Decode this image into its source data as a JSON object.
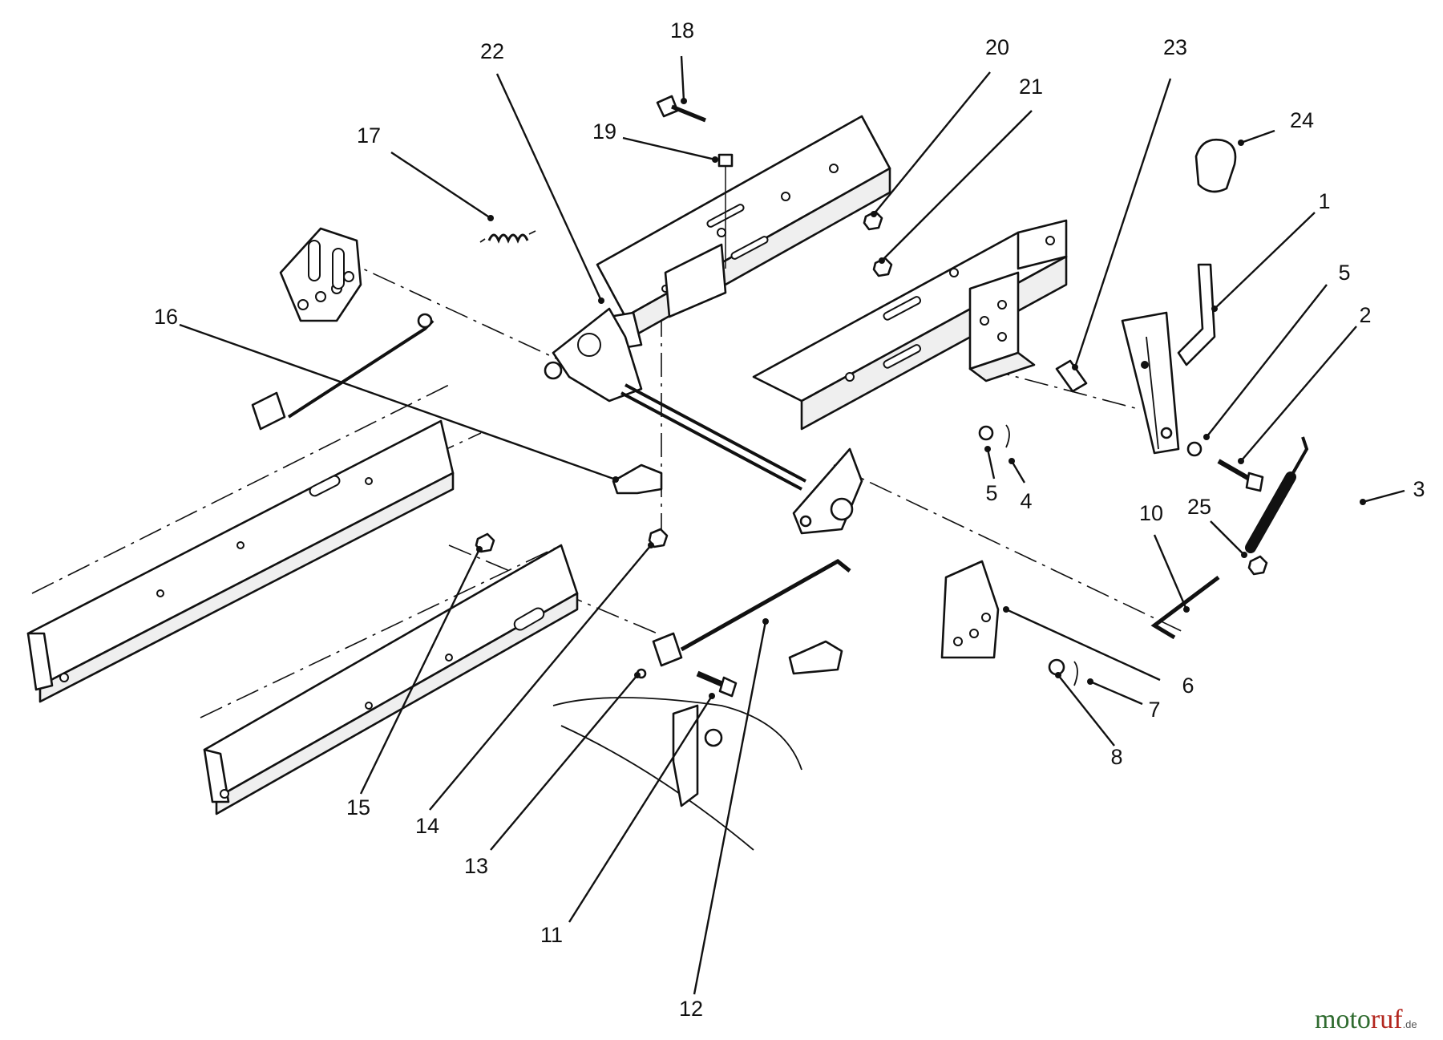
{
  "callouts": [
    {
      "id": "1",
      "text": "1"
    },
    {
      "id": "2",
      "text": "2"
    },
    {
      "id": "3",
      "text": "3"
    },
    {
      "id": "4",
      "text": "4"
    },
    {
      "id": "5a",
      "text": "5"
    },
    {
      "id": "5b",
      "text": "5"
    },
    {
      "id": "6",
      "text": "6"
    },
    {
      "id": "7",
      "text": "7"
    },
    {
      "id": "8",
      "text": "8"
    },
    {
      "id": "10",
      "text": "10"
    },
    {
      "id": "11",
      "text": "11"
    },
    {
      "id": "12",
      "text": "12"
    },
    {
      "id": "13",
      "text": "13"
    },
    {
      "id": "14",
      "text": "14"
    },
    {
      "id": "15",
      "text": "15"
    },
    {
      "id": "16",
      "text": "16"
    },
    {
      "id": "17",
      "text": "17"
    },
    {
      "id": "18",
      "text": "18"
    },
    {
      "id": "19",
      "text": "19"
    },
    {
      "id": "20",
      "text": "20"
    },
    {
      "id": "21",
      "text": "21"
    },
    {
      "id": "22",
      "text": "22"
    },
    {
      "id": "23",
      "text": "23"
    },
    {
      "id": "24",
      "text": "24"
    },
    {
      "id": "25",
      "text": "25"
    }
  ],
  "watermark": {
    "brand_main": "moto",
    "brand_accent": "ruf",
    "domain_suffix": ".de"
  },
  "colors": {
    "line": "#111111",
    "background": "#ffffff",
    "watermark_main": "#2f6b2f",
    "watermark_accent": "#b3261e"
  }
}
